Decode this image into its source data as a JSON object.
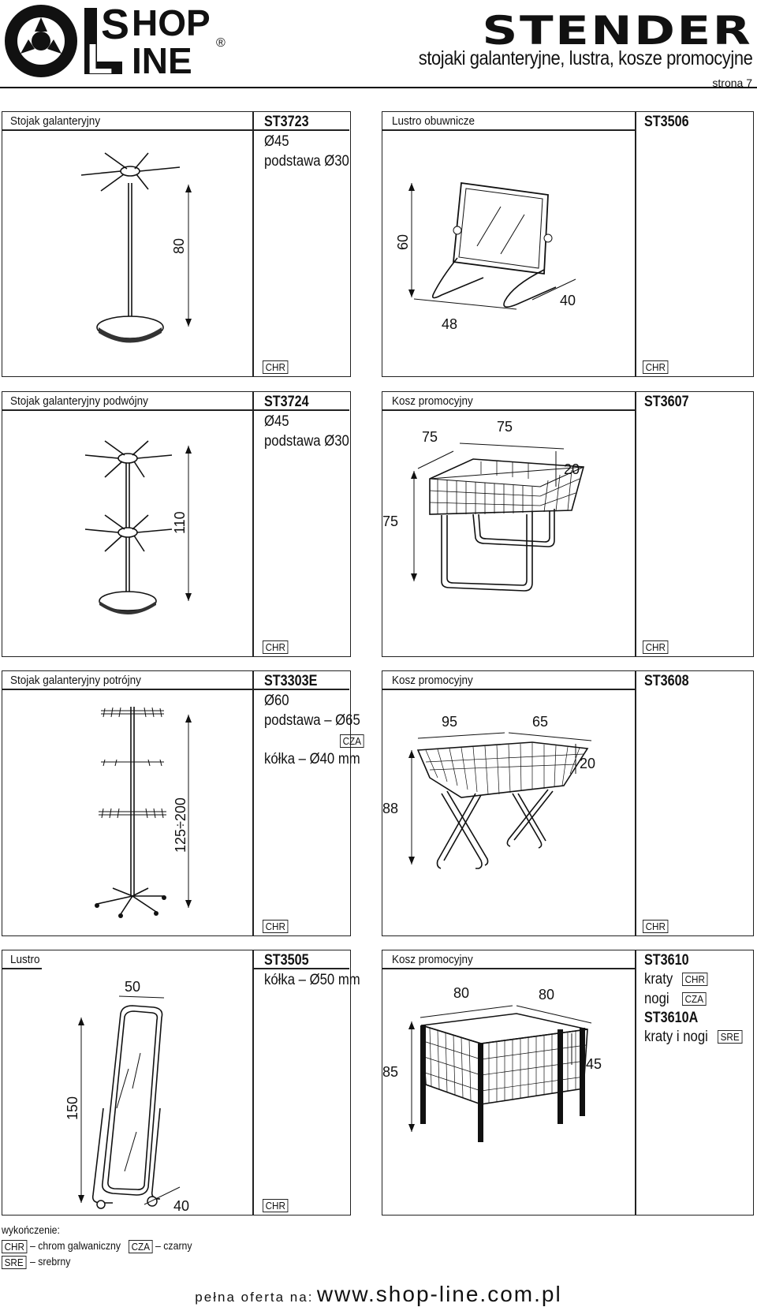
{
  "header": {
    "logo_text_top": "HOP",
    "logo_text_s": "S",
    "logo_text_bottom": "INE",
    "logo_text_l": "L",
    "logo_registered": "®",
    "brand": "STENDER",
    "subtitle": "stojaki galanteryjne, lustra, kosze promocyjne",
    "page": "strona 7"
  },
  "products": [
    {
      "name": "Stojak galanteryjny",
      "code": "ST3723",
      "specs": [
        "Ø45",
        "podstawa Ø30"
      ],
      "finish": "CHR",
      "dims": [
        "80"
      ]
    },
    {
      "name": "Lustro obuwnicze",
      "code": "ST3506",
      "specs": [],
      "finish": "CHR",
      "dims": [
        "60",
        "48",
        "40"
      ]
    },
    {
      "name": "Stojak galanteryjny podwójny",
      "code": "ST3724",
      "specs": [
        "Ø45",
        "podstawa Ø30"
      ],
      "finish": "CHR",
      "dims": [
        "110"
      ]
    },
    {
      "name": "Kosz promocyjny",
      "code": "ST3607",
      "specs": [],
      "finish": "CHR",
      "dims": [
        "75",
        "75",
        "20",
        "75"
      ]
    },
    {
      "name": "Stojak galanteryjny potrójny",
      "code": "ST3303E",
      "specs": [
        "Ø60",
        "podstawa – Ø65",
        "kółka – Ø40 mm"
      ],
      "spec_badge": "CZA",
      "finish": "CHR",
      "dims": [
        "125÷200"
      ]
    },
    {
      "name": "Kosz promocyjny",
      "code": "ST3608",
      "specs": [],
      "finish": "CHR",
      "dims": [
        "95",
        "65",
        "20",
        "88"
      ]
    },
    {
      "name": "Lustro",
      "code": "ST3505",
      "specs": [
        "kółka – Ø50 mm"
      ],
      "finish": "CHR",
      "dims": [
        "50",
        "150",
        "40"
      ]
    },
    {
      "name": "Kosz promocyjny",
      "code": "ST3610",
      "specs": [
        "kraty",
        "nogi"
      ],
      "spec_badges": [
        "CHR",
        "CZA"
      ],
      "code2": "ST3610A",
      "spec2": "kraty i nogi",
      "spec2_badge": "SRE",
      "dims": [
        "80",
        "80",
        "85",
        "45"
      ]
    }
  ],
  "legend": {
    "title": "wykończenie:",
    "items": [
      {
        "badge": "CHR",
        "label": "– chrom galwaniczny"
      },
      {
        "badge": "CZA",
        "label": "– czarny"
      },
      {
        "badge": "SRE",
        "label": "– srebrny"
      }
    ]
  },
  "footer": {
    "prefix": "pełna oferta na:",
    "url": "www.shop-line.com.pl"
  }
}
